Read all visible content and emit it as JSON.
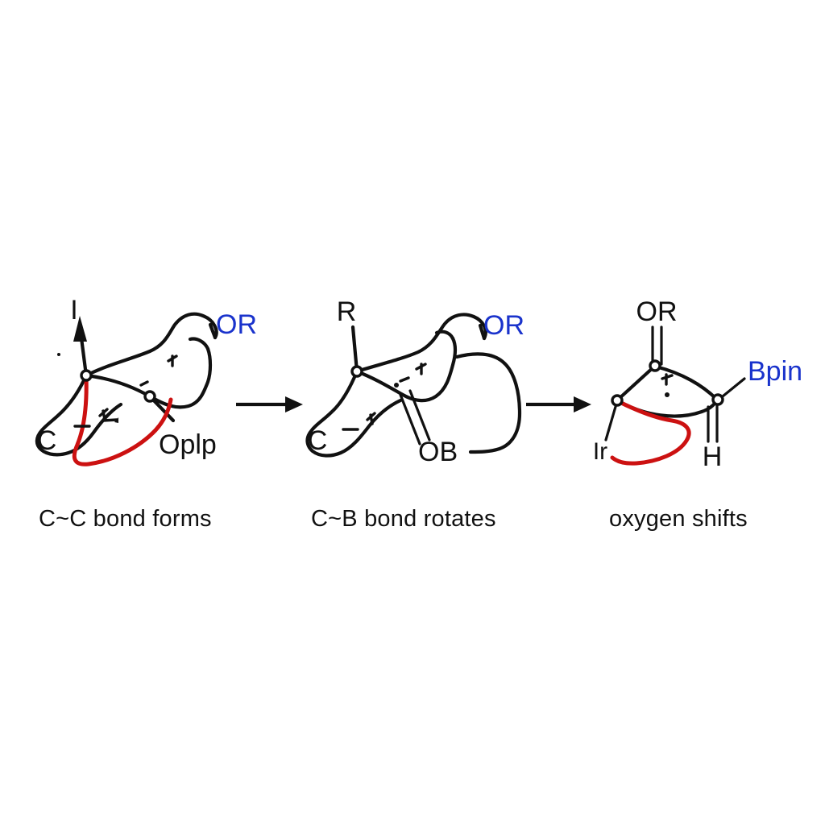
{
  "figure": {
    "type": "reaction-mechanism-scheme",
    "background_color": "#ffffff",
    "accent_blue": "#1a33cc",
    "accent_red": "#cc1111",
    "ink_black": "#111111",
    "panel_count": 3
  },
  "panels": [
    {
      "id": "panel-1",
      "caption": "C~C bond forms",
      "labels": {
        "top_axial": "I",
        "ring_left": "C",
        "alkoxy": "OR",
        "borate": "Oplp"
      },
      "label_colors": {
        "top_axial": "#111111",
        "ring_left": "#111111",
        "alkoxy": "#1a33cc",
        "borate": "#111111"
      }
    },
    {
      "id": "panel-2",
      "caption": "C~B bond rotates",
      "labels": {
        "top_axial": "R",
        "ring_left": "C",
        "alkoxy": "OR",
        "borate": "OB"
      },
      "label_colors": {
        "top_axial": "#111111",
        "ring_left": "#111111",
        "alkoxy": "#1a33cc",
        "borate": "#111111"
      }
    },
    {
      "id": "panel-3",
      "caption": "oxygen shifts",
      "labels": {
        "top_axial": "OR",
        "metal": "Ir",
        "hydride": "H",
        "boryl": "Bpin"
      },
      "label_colors": {
        "top_axial": "#111111",
        "metal": "#111111",
        "hydride": "#111111",
        "boryl": "#1a33cc"
      }
    }
  ],
  "arrows": [
    {
      "id": "arrow-1",
      "from": "panel-1",
      "to": "panel-2",
      "glyph": "right-arrow"
    },
    {
      "id": "arrow-2",
      "from": "panel-2",
      "to": "panel-3",
      "glyph": "right-arrow"
    }
  ]
}
